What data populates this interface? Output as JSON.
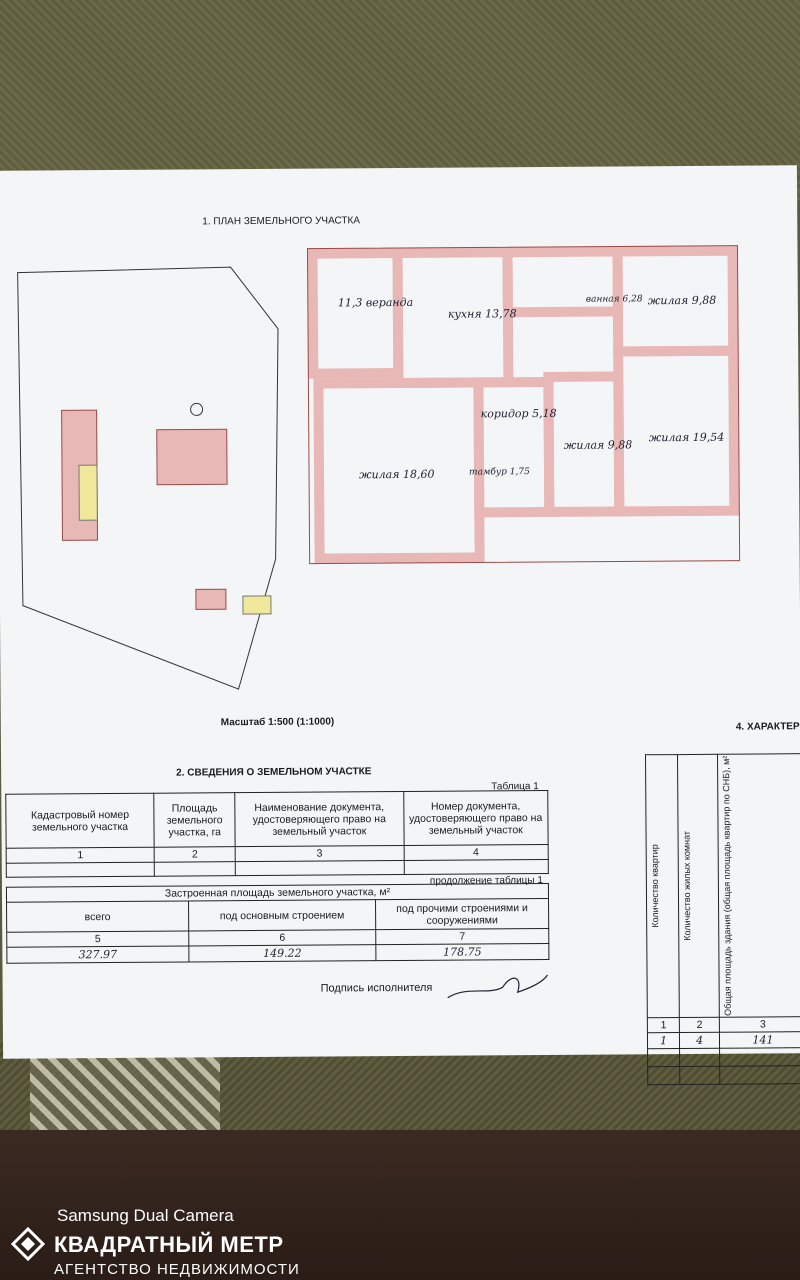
{
  "plan": {
    "heading": "1. ПЛАН ЗЕМЕЛЬНОГО УЧАСТКА",
    "scale": "Масштаб 1:500 (1:1000)",
    "rooms": [
      {
        "name": "веранда",
        "area": "11,3"
      },
      {
        "name": "кухня",
        "area": "13,78"
      },
      {
        "name": "ванная",
        "area": "6,28"
      },
      {
        "name": "жилая",
        "area": "9,88"
      },
      {
        "name": "коридор",
        "area": "5,18"
      },
      {
        "name": "жилая",
        "area": "18,60"
      },
      {
        "name": "жилая",
        "area": "9,88"
      },
      {
        "name": "жилая",
        "area": "19,54"
      },
      {
        "name": "тамбур",
        "area": "1,75"
      }
    ]
  },
  "right_section": {
    "heading": "4. ХАРАКТЕР",
    "col_headers": [
      "Количество квартир",
      "Количество жилых комнат",
      "Общая площадь здания (общая площадь квартир по СНБ), м²"
    ],
    "col_numbers": [
      "1",
      "2",
      "3"
    ],
    "values": [
      "1",
      "4",
      "141"
    ]
  },
  "section2": {
    "heading": "2. СВЕДЕНИЯ  О ЗЕМЕЛЬНОМ УЧАСТКЕ",
    "table_label": "Таблица 1",
    "headers": [
      "Кадастровый номер земельного участка",
      "Площадь земельного участка, га",
      "Наименование документа, удостоверяющего право на земельный участок",
      "Номер документа, удостоверяющего право на земельный участок"
    ],
    "col_numbers": [
      "1",
      "2",
      "3",
      "4"
    ],
    "continuation_label": "продолжение таблицы 1",
    "built_area_header": "Застроенная площадь земельного участка, м²",
    "sub_headers": [
      "всего",
      "под основным строением",
      "под прочими строениями и сооружениями"
    ],
    "sub_numbers": [
      "5",
      "6",
      "7"
    ],
    "values": [
      "327.97",
      "149.22",
      "178.75"
    ],
    "signature_label": "Подпись исполнителя"
  },
  "watermark": {
    "camera": "Samsung Dual Camera",
    "brand": "КВАДРАТНЫЙ МЕТР",
    "tagline": "АГЕНТСТВО НЕДВИЖИМОСТИ"
  },
  "colors": {
    "walls": "#e8b8b6",
    "wall_stroke": "#9a4a48",
    "paper": "#f4f5f7"
  }
}
